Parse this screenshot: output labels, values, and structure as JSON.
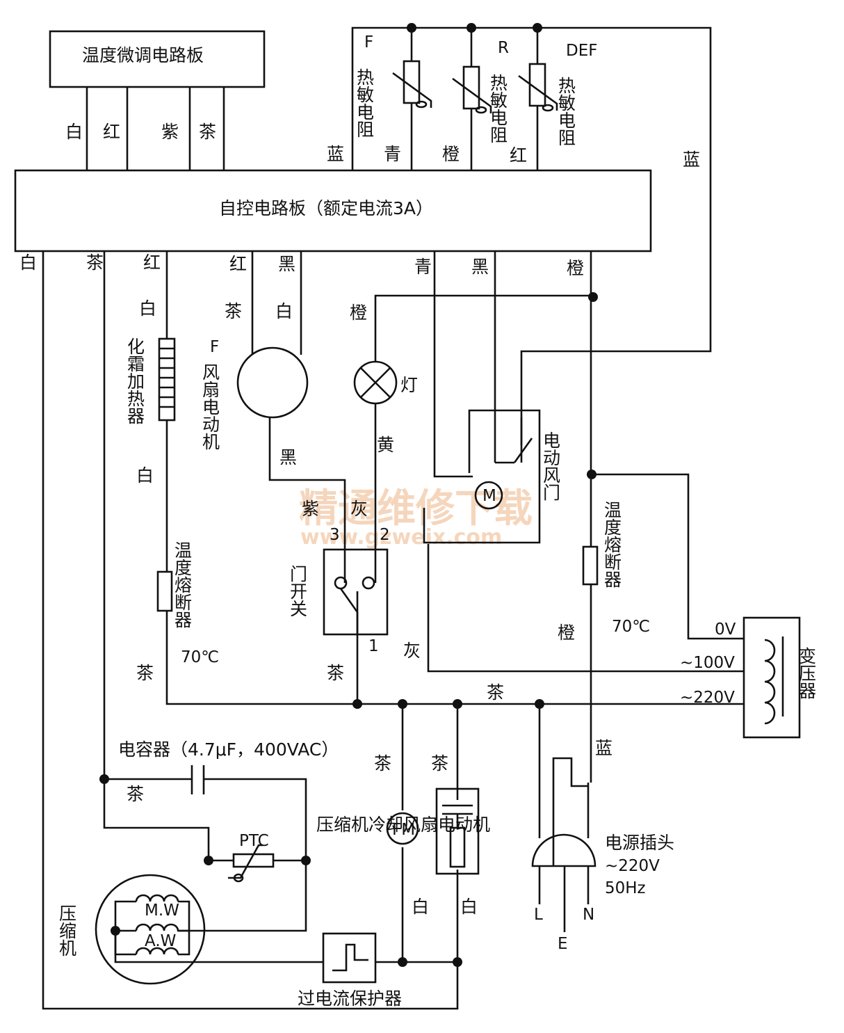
{
  "boards": {
    "fine_tune": "温度微调电路板",
    "main_control": "自控电路板（额定电流3A）"
  },
  "top_wires": {
    "w1": "白",
    "w2": "红",
    "w3": "紫",
    "w4": "茶"
  },
  "sensor_wires": {
    "lan1": "蓝",
    "qing": "青",
    "cheng": "橙",
    "hong": "红",
    "lan2": "蓝"
  },
  "sensors": {
    "f_prefix": "F",
    "f_label": "热敏电阻",
    "r_prefix": "R",
    "r_label": "热敏电阻",
    "def_prefix": "DEF",
    "def_label": "热敏电阻"
  },
  "bottom_wires": {
    "bai": "白",
    "cha": "茶",
    "hong": "红",
    "hong2": "红",
    "hei": "黑",
    "qing": "青",
    "hei2": "黑",
    "cheng": "橙",
    "cha2": "茶",
    "bai2": "白",
    "cheng2": "橙",
    "huang": "黄",
    "hei3": "黑",
    "zi": "紫",
    "hui": "灰",
    "num3": "3",
    "num2": "2",
    "num1": "1",
    "cha_left": "茶",
    "cha_mid": "茶",
    "hui2": "灰",
    "cheng3": "橙",
    "cha_bus": "茶",
    "lan3": "蓝",
    "bai_heater": "白",
    "bai_heater_top": "白"
  },
  "components": {
    "heater": "化霜加热器",
    "fan_prefix": "F",
    "fan": "风扇电动机",
    "lamp": "灯",
    "damper": "电动风门",
    "damper_motor": "M",
    "door_switch": "门开关",
    "fuse_left": "温度熔断器",
    "fuse_left_temp": "70℃",
    "fuse_right": "温度熔断器",
    "fuse_right_temp": "70℃",
    "transformer": "变压器",
    "tap_0v": "0V",
    "tap_100v": "~100V",
    "tap_220v": "~220V",
    "capacitor": "电容器（4.7μF，400VAC）",
    "cap_wire": "茶",
    "ptc": "PTC",
    "cooling_fan": "压缩机冷却风扇电动机",
    "fm": "FM",
    "fm_wire_top": "茶",
    "fm_wire_bottom": "白",
    "cap2_wire_top": "茶",
    "cap2_wire_bottom": "白",
    "compressor": "压缩机",
    "mw": "M.W",
    "aw": "A.W",
    "overload": "过电流保护器",
    "plug": "电源插头",
    "plug_v": "~220V",
    "plug_hz": "50Hz",
    "pin_l": "L",
    "pin_e": "E",
    "pin_n": "N"
  },
  "watermark": {
    "cn": "精通维修下载",
    "url": "www.gzweix.com"
  }
}
